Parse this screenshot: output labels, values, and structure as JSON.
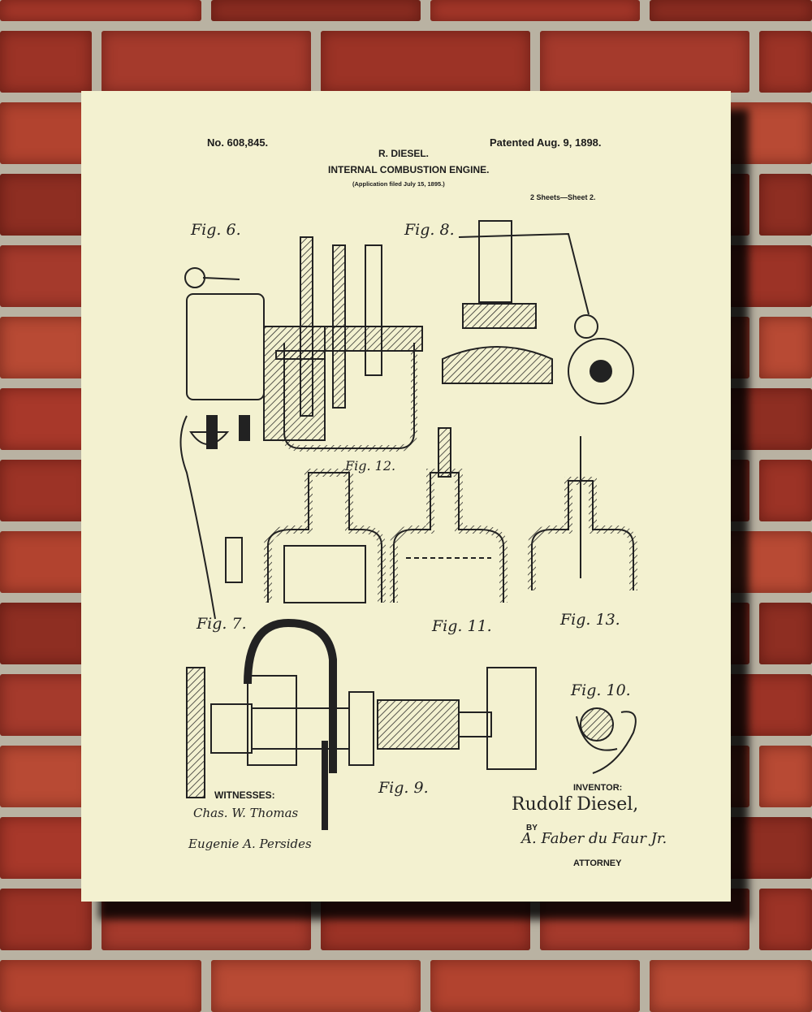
{
  "patent": {
    "number": "No. 608,845.",
    "date": "Patented Aug. 9, 1898.",
    "inventor_header": "R. DIESEL.",
    "title": "INTERNAL COMBUSTION ENGINE.",
    "application": "(Application filed July 15, 1895.)",
    "sheets": "2 Sheets—Sheet 2."
  },
  "figures": [
    "Fig. 6.",
    "Fig. 8.",
    "Fig. 12.",
    "Fig. 7.",
    "Fig. 11.",
    "Fig. 13.",
    "Fig. 10.",
    "Fig. 9."
  ],
  "signatures": {
    "witnesses_label": "WITNESSES:",
    "witness_1": "Chas. W. Thomas",
    "witness_2": "Eugenie A. Persides",
    "inventor_label": "INVENTOR:",
    "inventor_name": "Rudolf Diesel,",
    "by_label": "BY",
    "attorney_signature": "A. Faber du Faur Jr.",
    "attorney_label": "ATTORNEY"
  },
  "colors": {
    "paper": "#f3f1d0",
    "ink": "#1c1c1c",
    "brick": "#a8382a",
    "mortar": "#b9b2a2"
  }
}
